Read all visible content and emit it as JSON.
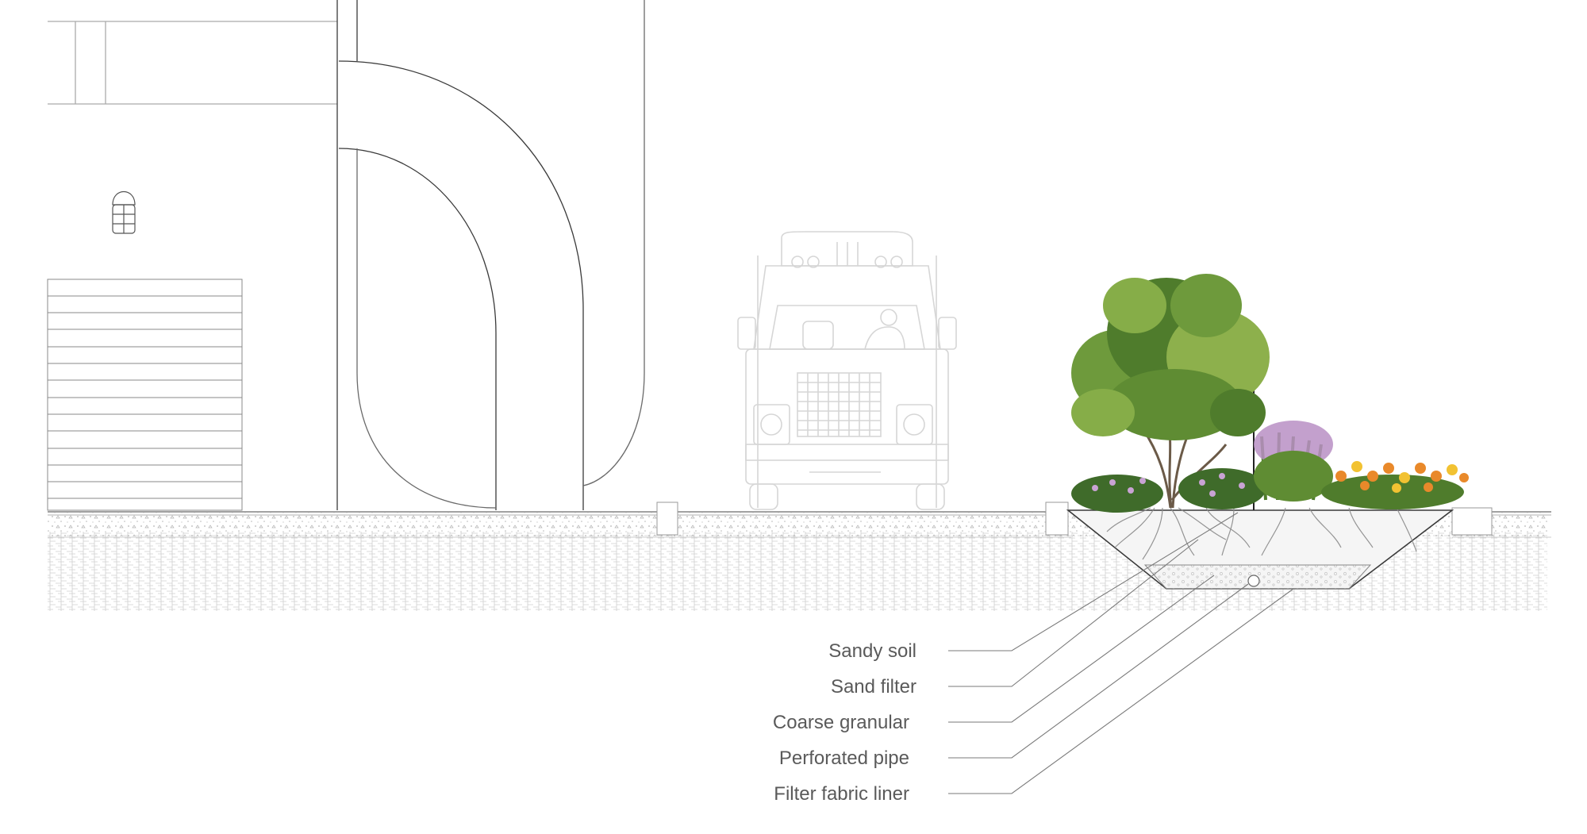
{
  "section": {
    "labels": [
      {
        "id": "sandy-soil",
        "text": "Sandy soil"
      },
      {
        "id": "sand-filter",
        "text": "Sand filter"
      },
      {
        "id": "coarse-granular",
        "text": "Coarse granular"
      },
      {
        "id": "perforated-pipe",
        "text": "Perforated pipe"
      },
      {
        "id": "filter-fabric-liner",
        "text": "Filter fabric liner"
      }
    ]
  },
  "colors": {
    "line": "#3a3a3a",
    "faint_line": "#d8d8d8",
    "soil_hatch": "#c9c9c9",
    "label": "#5a5a5a",
    "foliage_dark": "#3f6b2a",
    "foliage_light": "#8db04c",
    "flower_purple": "#b98fc4",
    "flower_orange": "#e9892a",
    "flower_yellow": "#f2c232"
  },
  "icons": [
    "wall-lamp-icon",
    "truck-icon",
    "driver-icon",
    "tree-icon",
    "shrub-icon",
    "flowers-icon",
    "pipe-icon"
  ]
}
